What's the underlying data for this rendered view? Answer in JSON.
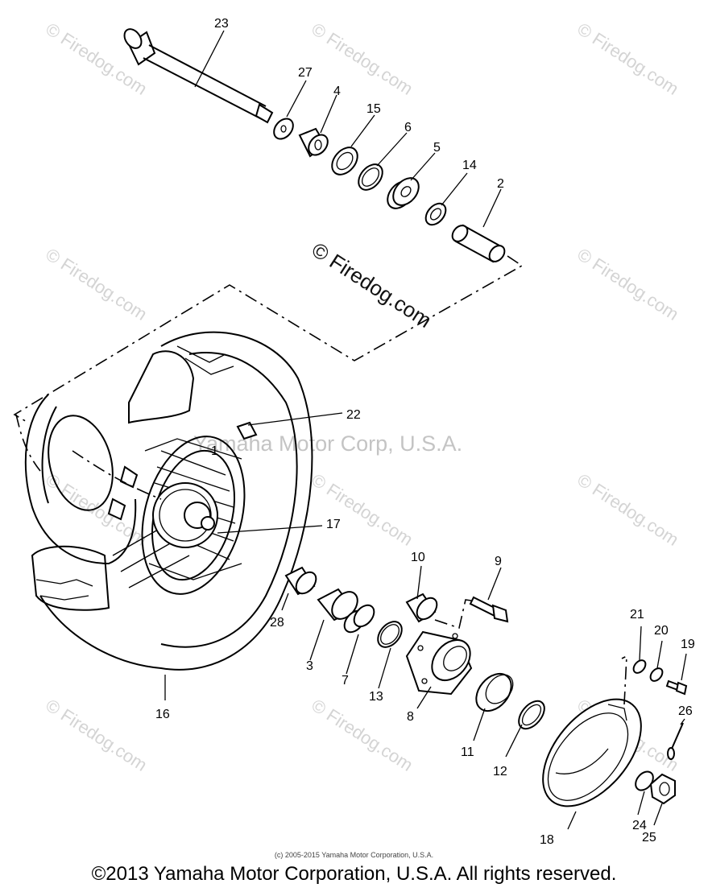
{
  "watermarks": {
    "small": "© Firedog.com",
    "center": "© Firedog.com",
    "yamaha": "Yamaha Motor Corp, U.S.A."
  },
  "labels": {
    "p1": "1",
    "p2": "2",
    "p3": "3",
    "p4": "4",
    "p5": "5",
    "p6": "6",
    "p7": "7",
    "p8": "8",
    "p9": "9",
    "p10": "10",
    "p11": "11",
    "p12": "12",
    "p13": "13",
    "p14": "14",
    "p15": "15",
    "p16": "16",
    "p17": "17",
    "p18": "18",
    "p19": "19",
    "p20": "20",
    "p21": "21",
    "p22": "22",
    "p23": "23",
    "p24": "24",
    "p25": "25",
    "p26": "26",
    "p27": "27",
    "p28": "28"
  },
  "footer": {
    "small": "(c) 2005-2015 Yamaha Motor Corporation, U.S.A.",
    "main": "©2013 Yamaha Motor Corporation, U.S.A. All rights reserved."
  }
}
